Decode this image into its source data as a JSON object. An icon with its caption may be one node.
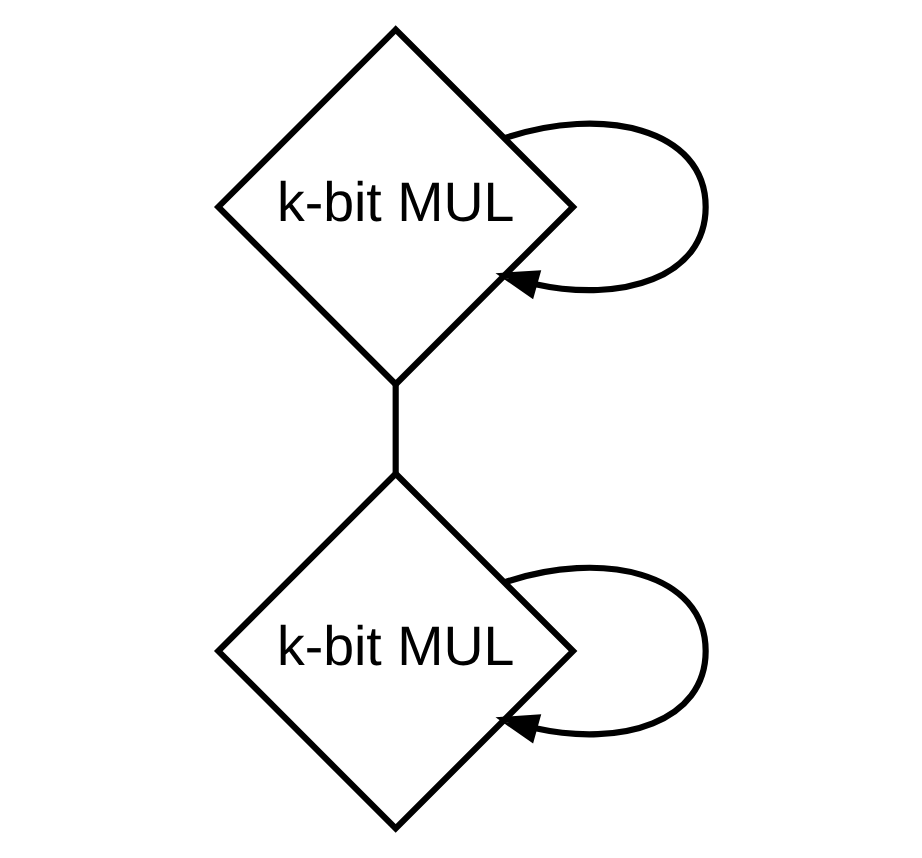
{
  "diagram": {
    "nodes": [
      {
        "text": [
          "k-bit MUL"
        ]
      },
      {
        "text": [
          "k-bit MUL"
        ]
      }
    ],
    "edges": [
      {
        "from": 0,
        "to": 0,
        "arrow": "to"
      },
      {
        "from": 0,
        "to": 1,
        "arrow": "none"
      },
      {
        "from": 1,
        "to": 1,
        "arrow": "to"
      }
    ]
  }
}
